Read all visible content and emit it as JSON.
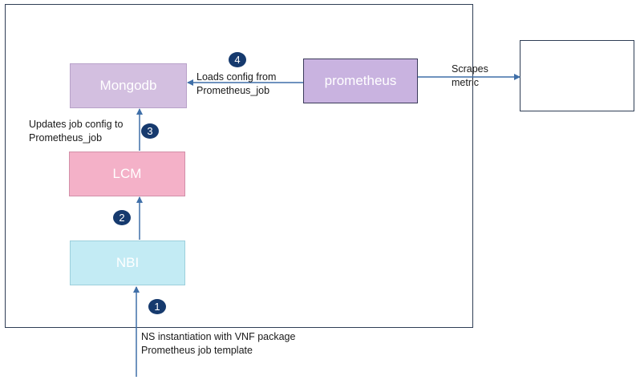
{
  "nodes": {
    "mongodb": {
      "label": "Mongodb",
      "fill": "#d3bfe0",
      "stroke": "#b8a2c9"
    },
    "prometheus": {
      "label": "prometheus",
      "fill": "#c9b3e0",
      "stroke": "#3a3a5a"
    },
    "lcm": {
      "label": "LCM",
      "fill": "#f4b1c8",
      "stroke": "#d28fa8"
    },
    "nbi": {
      "label": "NBI",
      "fill": "#c3ebf4",
      "stroke": "#9ccfdc"
    }
  },
  "steps": {
    "s1": {
      "number": "1"
    },
    "s2": {
      "number": "2"
    },
    "s3": {
      "number": "3",
      "label_line1": "Updates job config to",
      "label_line2": "Prometheus_job"
    },
    "s4": {
      "number": "4",
      "label_line1": "Loads config from",
      "label_line2": "Prometheus_job"
    }
  },
  "scrape": {
    "label_line1": "Scrapes",
    "label_line2": "metric"
  },
  "input": {
    "label_line1": "NS instantiation with VNF package",
    "label_line2": "Prometheus job template"
  },
  "colors": {
    "arrow": "#3f6fa8",
    "frame": "#2f3e55",
    "badge": "#163a6e"
  }
}
